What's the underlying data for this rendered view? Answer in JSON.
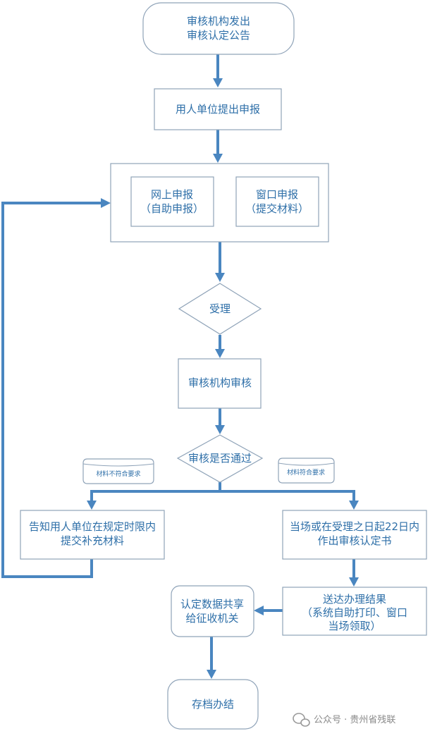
{
  "nodes": {
    "announce": [
      "审核机构发出",
      "审核认定公告"
    ],
    "apply": "用人单位提出申报",
    "online": [
      "网上申报",
      "（自助申报）"
    ],
    "window": [
      "窗口申报",
      "（提交材料）"
    ],
    "accept": "受理",
    "review": "审核机构审核",
    "pass": "审核是否通过",
    "fail_tag": "材料不符合要求",
    "ok_tag": "材料符合要求",
    "notify": [
      "告知用人单位在规定时限内",
      "提交补充材料"
    ],
    "decision": [
      "当场或在受理之日起22日内",
      "作出审核认定书"
    ],
    "deliver": [
      "送达办理结果",
      "（系统自助打印、窗口",
      "当场领取）"
    ],
    "share": [
      "认定数据共享",
      "给征收机关"
    ],
    "archive": "存档办结"
  },
  "watermark": "公众号 · 贵州省残联",
  "colors": {
    "arrow": "#4a86c0",
    "text": "#2e6fa8",
    "border": "#8fa3b8"
  }
}
